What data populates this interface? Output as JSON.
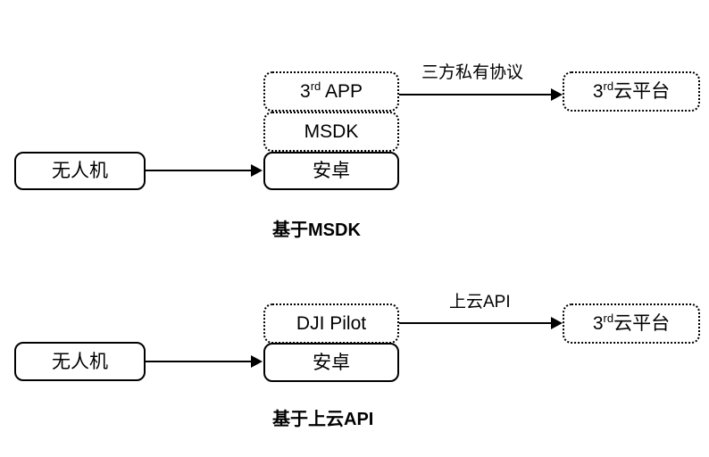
{
  "diagrams": [
    {
      "id": "msdk",
      "caption": "基于MSDK",
      "drone": {
        "label": "无人机"
      },
      "stack": [
        {
          "label_pre": "3",
          "label_sup": "rd",
          "label_post": " APP"
        },
        {
          "label": "MSDK"
        },
        {
          "label": "安卓"
        }
      ],
      "edge_label": "三方私有协议",
      "cloud": {
        "label_pre": "3",
        "label_sup": "rd",
        "label_post": "云平台"
      }
    },
    {
      "id": "cloud-api",
      "caption": "基于上云API",
      "drone": {
        "label": "无人机"
      },
      "stack": [
        {
          "label": "DJI Pilot"
        },
        {
          "label": "安卓"
        }
      ],
      "edge_label": "上云API",
      "cloud": {
        "label_pre": "3",
        "label_sup": "rd",
        "label_post": "云平台"
      }
    }
  ],
  "colors": {
    "stroke": "#000000",
    "background": "#ffffff",
    "text": "#000000"
  }
}
